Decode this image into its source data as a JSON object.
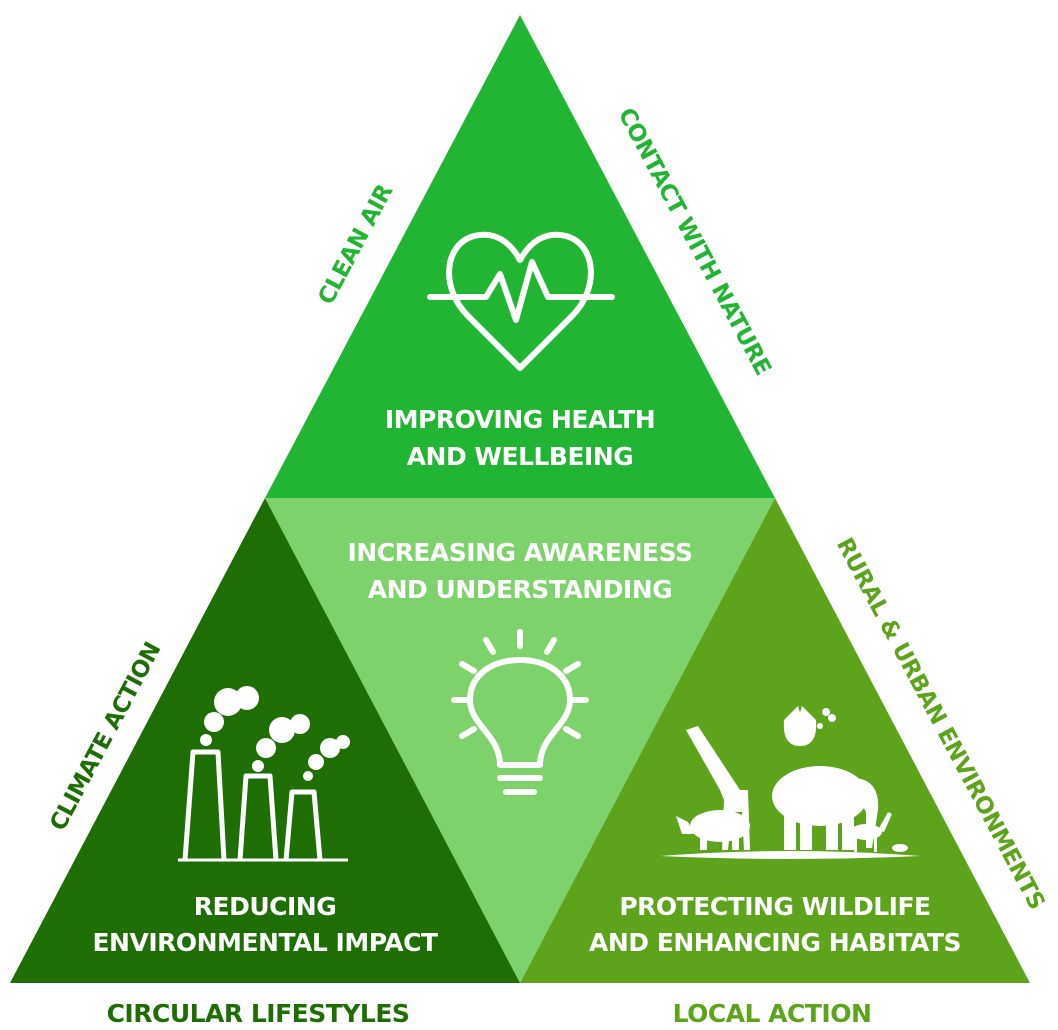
{
  "colors": {
    "top": "#22b533",
    "center": "#7ed26c",
    "left": "#1f6e05",
    "right": "#5ea31c",
    "label_top": "#22b533",
    "label_left": "#1f6e05",
    "label_right": "#5ea31c",
    "white": "#ffffff"
  },
  "panels": {
    "top": {
      "line1": "IMPROVING HEALTH",
      "line2": "AND WELLBEING",
      "icon": "heart-pulse-icon"
    },
    "center": {
      "line1": "INCREASING AWARENESS",
      "line2": "AND UNDERSTANDING",
      "icon": "lightbulb-icon"
    },
    "left": {
      "line1": "REDUCING",
      "line2": "ENVIRONMENTAL IMPACT",
      "icon": "factory-smoke-icon"
    },
    "right": {
      "line1": "PROTECTING WILDLIFE",
      "line2": "AND ENHANCING HABITATS",
      "icon": "wildlife-icon"
    }
  },
  "edge_labels": {
    "clean_air": "CLEAN AIR",
    "contact_with_nature": "CONTACT WITH NATURE",
    "climate_action": "CLIMATE ACTION",
    "rural_urban": "RURAL & URBAN ENVIRONMENTS",
    "circular_lifestyles": "CIRCULAR LIFESTYLES",
    "local_action": "LOCAL ACTION"
  }
}
